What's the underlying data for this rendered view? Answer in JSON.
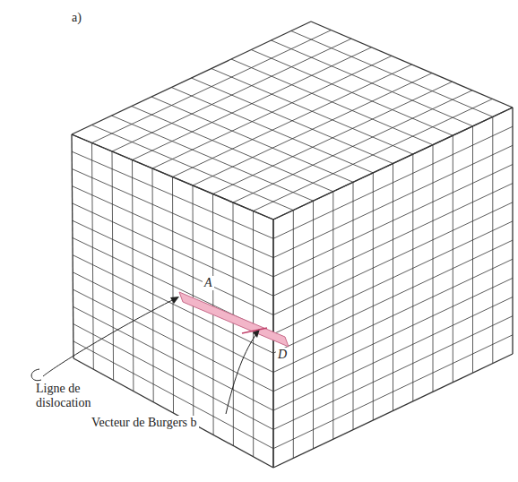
{
  "diagram": {
    "labels": [
      "a)",
      "A",
      "D",
      "Ligne de dislocation",
      "Vecteur de Burgers b"
    ]
  }
}
